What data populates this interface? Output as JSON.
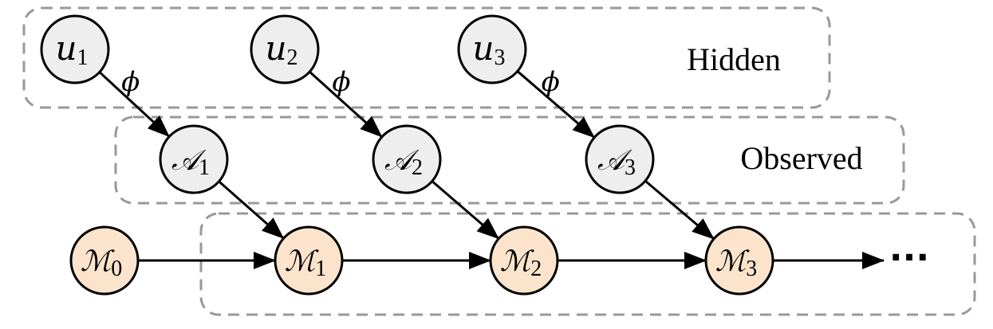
{
  "diagram": {
    "groups": [
      {
        "id": "hidden",
        "label": "Hidden"
      },
      {
        "id": "observed",
        "label": "Observed"
      },
      {
        "id": "memory",
        "label": ""
      }
    ],
    "hidden_nodes": [
      {
        "base": "u",
        "sub": "1"
      },
      {
        "base": "u",
        "sub": "2"
      },
      {
        "base": "u",
        "sub": "3"
      }
    ],
    "observed_nodes": [
      {
        "base": "𝒜",
        "sub": "1"
      },
      {
        "base": "𝒜",
        "sub": "2"
      },
      {
        "base": "𝒜",
        "sub": "3"
      }
    ],
    "memory_nodes": [
      {
        "base": "ℳ",
        "sub": "0"
      },
      {
        "base": "ℳ",
        "sub": "1"
      },
      {
        "base": "ℳ",
        "sub": "2"
      },
      {
        "base": "ℳ",
        "sub": "3"
      }
    ],
    "edge_label": "ϕ",
    "continuation": "···",
    "edges": [
      {
        "from": "u1",
        "to": "A1",
        "label": "ϕ"
      },
      {
        "from": "u2",
        "to": "A2",
        "label": "ϕ"
      },
      {
        "from": "u3",
        "to": "A3",
        "label": "ϕ"
      },
      {
        "from": "A1",
        "to": "M1"
      },
      {
        "from": "A2",
        "to": "M2"
      },
      {
        "from": "A3",
        "to": "M3"
      },
      {
        "from": "M0",
        "to": "M1"
      },
      {
        "from": "M1",
        "to": "M2"
      },
      {
        "from": "M2",
        "to": "M3"
      },
      {
        "from": "M3",
        "to": "..."
      }
    ],
    "colors": {
      "hidden_fill": "#eeeeee",
      "observed_fill": "#eeeeee",
      "memory_fill": "#fce4cc",
      "box_stroke": "#999999",
      "edge": "#000000"
    }
  }
}
